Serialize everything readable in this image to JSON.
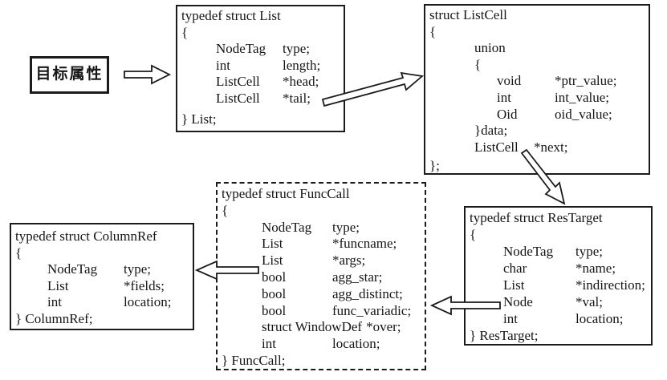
{
  "colors": {
    "ink": "#1a1a1a",
    "background": "#ffffff"
  },
  "boxes": {
    "target": {
      "label": "目标属性"
    },
    "list": {
      "title": "typedef struct List",
      "open": "{",
      "members": [
        {
          "t": "NodeTag",
          "n": "type;"
        },
        {
          "t": "int",
          "n": "length;"
        },
        {
          "t": "ListCell",
          "n": "*head;"
        },
        {
          "t": "ListCell",
          "n": "*tail;"
        }
      ],
      "close": "} List;"
    },
    "listcell": {
      "title": "struct ListCell",
      "open": "{",
      "union_kw": "union",
      "union_open": "{",
      "union_members": [
        {
          "t": "void",
          "n": "*ptr_value;"
        },
        {
          "t": "int",
          "n": "int_value;"
        },
        {
          "t": "Oid",
          "n": "oid_value;"
        }
      ],
      "union_close": "}data;",
      "next_member": {
        "t": "ListCell",
        "n": "*next;"
      },
      "close": "};"
    },
    "funccall": {
      "title": "typedef struct FuncCall",
      "open": "{",
      "members": [
        {
          "t": "NodeTag",
          "n": "type;"
        },
        {
          "t": "List",
          "n": "*funcname;"
        },
        {
          "t": "List",
          "n": "*args;"
        },
        {
          "t": "bool",
          "n": "agg_star;"
        },
        {
          "t": "bool",
          "n": "agg_distinct;"
        },
        {
          "t": "bool",
          "n": "func_variadic;"
        },
        {
          "t": "struct WindowDef",
          "n": "*over;"
        },
        {
          "t": "int",
          "n": "location;"
        }
      ],
      "close": "} FuncCall;"
    },
    "restarget": {
      "title": "typedef struct ResTarget",
      "open": "{",
      "members": [
        {
          "t": "NodeTag",
          "n": "type;"
        },
        {
          "t": "char",
          "n": "*name;"
        },
        {
          "t": "List",
          "n": "*indirection;"
        },
        {
          "t": "Node",
          "n": "*val;"
        },
        {
          "t": "int",
          "n": "location;"
        }
      ],
      "close": "} ResTarget;"
    },
    "columnref": {
      "title": "typedef struct ColumnRef",
      "open": "{",
      "members": [
        {
          "t": "NodeTag",
          "n": "type;"
        },
        {
          "t": "List",
          "n": "*fields;"
        },
        {
          "t": "int",
          "n": "location;"
        }
      ],
      "close": "} ColumnRef;"
    }
  }
}
